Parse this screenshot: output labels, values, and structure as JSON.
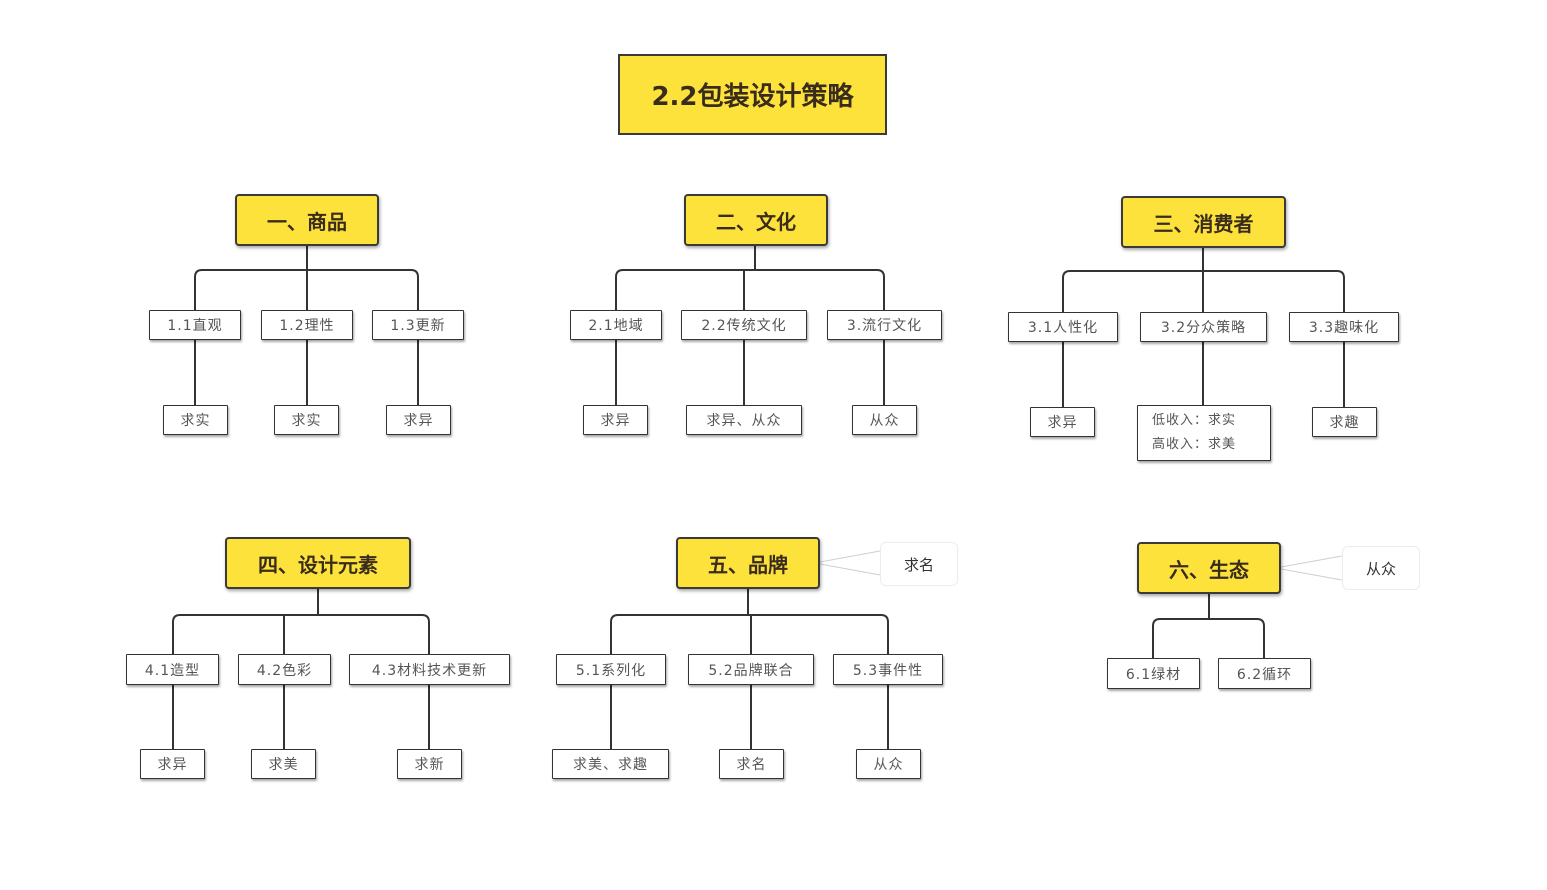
{
  "title": "2.2包装设计策略",
  "groups": [
    {
      "header": "一、商品",
      "items": [
        {
          "label": "1.1直观",
          "leaf": "求实"
        },
        {
          "label": "1.2理性",
          "leaf": "求实"
        },
        {
          "label": "1.3更新",
          "leaf": "求异"
        }
      ]
    },
    {
      "header": "二、文化",
      "items": [
        {
          "label": "2.1地域",
          "leaf": "求异"
        },
        {
          "label": "2.2传统文化",
          "leaf": "求异、从众"
        },
        {
          "label": "3.流行文化",
          "leaf": "从众"
        }
      ]
    },
    {
      "header": "三、消费者",
      "items": [
        {
          "label": "3.1人性化",
          "leaf": "求异"
        },
        {
          "label": "3.2分众策略",
          "leaf_lines": [
            "低收入：求实",
            "高收入：求美"
          ]
        },
        {
          "label": "3.3趣味化",
          "leaf": "求趣"
        }
      ]
    },
    {
      "header": "四、设计元素",
      "items": [
        {
          "label": "4.1造型",
          "leaf": "求异"
        },
        {
          "label": "4.2色彩",
          "leaf": "求美"
        },
        {
          "label": "4.3材料技术更新",
          "leaf": "求新"
        }
      ]
    },
    {
      "header": "五、品牌",
      "note": "求名",
      "items": [
        {
          "label": "5.1系列化",
          "leaf": "求美、求趣"
        },
        {
          "label": "5.2品牌联合",
          "leaf": "求名"
        },
        {
          "label": "5.3事件性",
          "leaf": "从众"
        }
      ]
    },
    {
      "header": "六、生态",
      "note": "从众",
      "items": [
        {
          "label": "6.1绿材"
        },
        {
          "label": "6.2循环"
        }
      ]
    }
  ]
}
